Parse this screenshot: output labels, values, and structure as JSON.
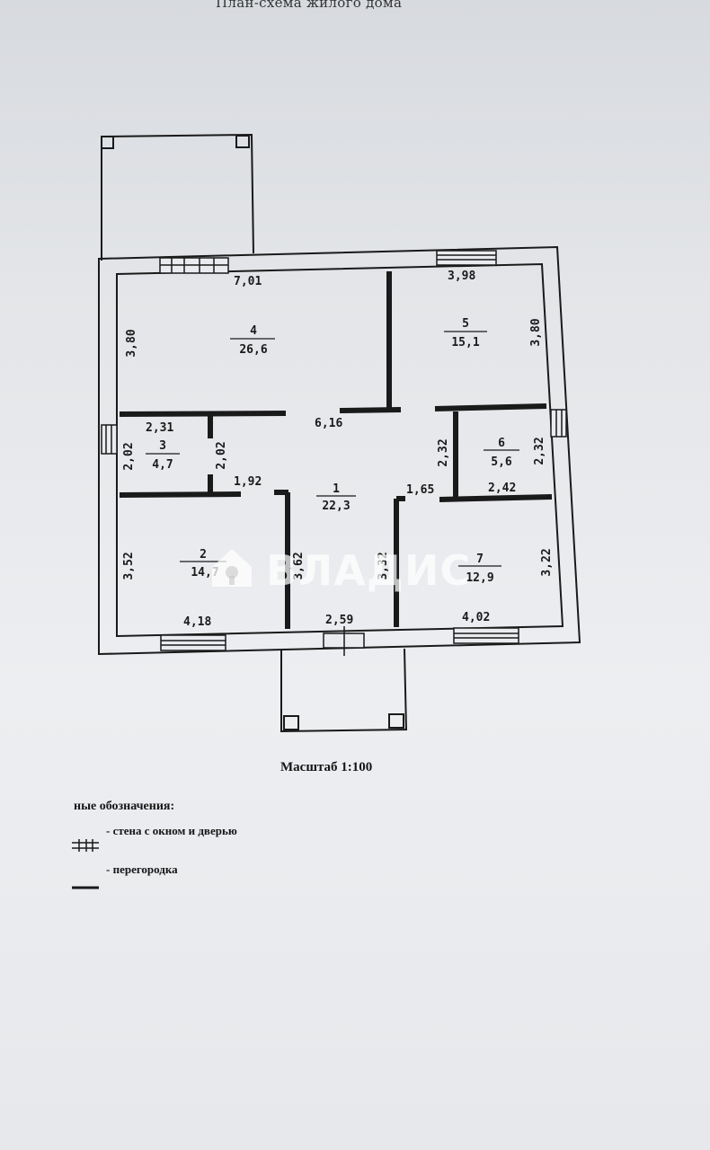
{
  "document": {
    "title": "План-схема жилого дома",
    "scale_caption": "Масштаб 1:100",
    "watermark": "ВЛАДИС"
  },
  "legend": {
    "title": "ные обозначения:",
    "items": [
      {
        "symbol": "wall-window-door",
        "label": "- стена с окном и дверью"
      },
      {
        "symbol": "partition",
        "label": "- перегородка"
      }
    ]
  },
  "rooms": [
    {
      "number": "1",
      "area": "22,3"
    },
    {
      "number": "2",
      "area": "14,7"
    },
    {
      "number": "3",
      "area": "4,7"
    },
    {
      "number": "4",
      "area": "26,6"
    },
    {
      "number": "5",
      "area": "15,1"
    },
    {
      "number": "6",
      "area": "5,6"
    },
    {
      "number": "7",
      "area": "12,9"
    }
  ],
  "dimensions": {
    "room4_width": "7,01",
    "room4_height": "3,80",
    "room5_width": "3,98",
    "room5_height": "3,80",
    "room3_width": "2,31",
    "room3_left_height": "2,02",
    "room3_right_height": "2,02",
    "hall_top_width": "6,16",
    "hall_left_gap": "1,92",
    "hall_right_gap": "1,65",
    "room6_left_height": "2,32",
    "room6_right_height": "2,32",
    "room6_width": "2,42",
    "room2_height": "3,52",
    "room2_width": "4,18",
    "hall_left_height": "3,62",
    "hall_right_height": "3,32",
    "hall_bottom_width": "2,59",
    "room7_width": "4,02",
    "room7_height": "3,22"
  },
  "colors": {
    "ink": "#1a1a1a",
    "paper": "#e9ebef"
  }
}
